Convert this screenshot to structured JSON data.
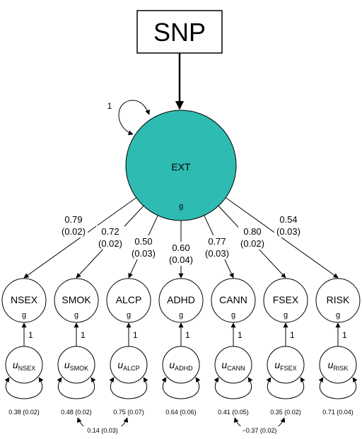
{
  "snp": {
    "label": "SNP"
  },
  "latent": {
    "label": "EXT",
    "sub": "g",
    "self_variance": "1",
    "fill": "#2ebbb2"
  },
  "indicators": [
    {
      "label": "NSEX",
      "sub": "g",
      "loading": "0.79",
      "se": "(0.02)",
      "error_main": "u",
      "error_sub": "NSEX",
      "residual": "0.38 (0.02)",
      "fixed": "1"
    },
    {
      "label": "SMOK",
      "sub": "g",
      "loading": "0.72",
      "se": "(0.02)",
      "error_main": "u",
      "error_sub": "SMOK",
      "residual": "0.48 (0.02)",
      "fixed": "1"
    },
    {
      "label": "ALCP",
      "sub": "g",
      "loading": "0.50",
      "se": "(0.03)",
      "error_main": "u",
      "error_sub": "ALCP",
      "residual": "0.75 (0.07)",
      "fixed": "1"
    },
    {
      "label": "ADHD",
      "sub": "g",
      "loading": "0.60",
      "se": "(0.04)",
      "error_main": "u",
      "error_sub": "ADHD",
      "residual": "0.64 (0.06)",
      "fixed": "1"
    },
    {
      "label": "CANN",
      "sub": "g",
      "loading": "0.77",
      "se": "(0.03)",
      "error_main": "u",
      "error_sub": "CANN",
      "residual": "0.41 (0.05)",
      "fixed": "1"
    },
    {
      "label": "FSEX",
      "sub": "g",
      "loading": "0.80",
      "se": "(0.02)",
      "error_main": "u",
      "error_sub": "FSEX",
      "residual": "0.35 (0.02)",
      "fixed": "1"
    },
    {
      "label": "RISK",
      "sub": "g",
      "loading": "0.54",
      "se": "(0.03)",
      "error_main": "u",
      "error_sub": "RISK",
      "residual": "0.71 (0.04)",
      "fixed": "1"
    }
  ],
  "covariances": [
    {
      "from": 1,
      "to": 2,
      "value": "0.14 (0.03)"
    },
    {
      "from": 4,
      "to": 5,
      "value": "−0.37 (0.02)"
    }
  ]
}
